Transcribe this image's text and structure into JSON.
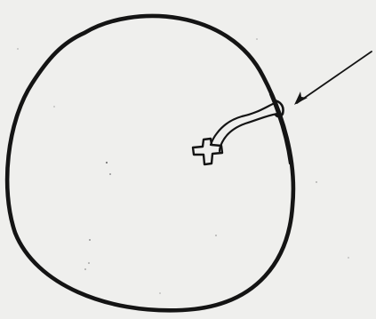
{
  "figure": {
    "labels": [],
    "colors": {
      "paper": "#efefed",
      "ink": "#141414",
      "speckle": "#7a7a7a"
    },
    "marks": {
      "outline": "oval-outline",
      "cross": "cross-marker",
      "channel": "channel-line",
      "pointer": "arrow-pointer"
    }
  }
}
